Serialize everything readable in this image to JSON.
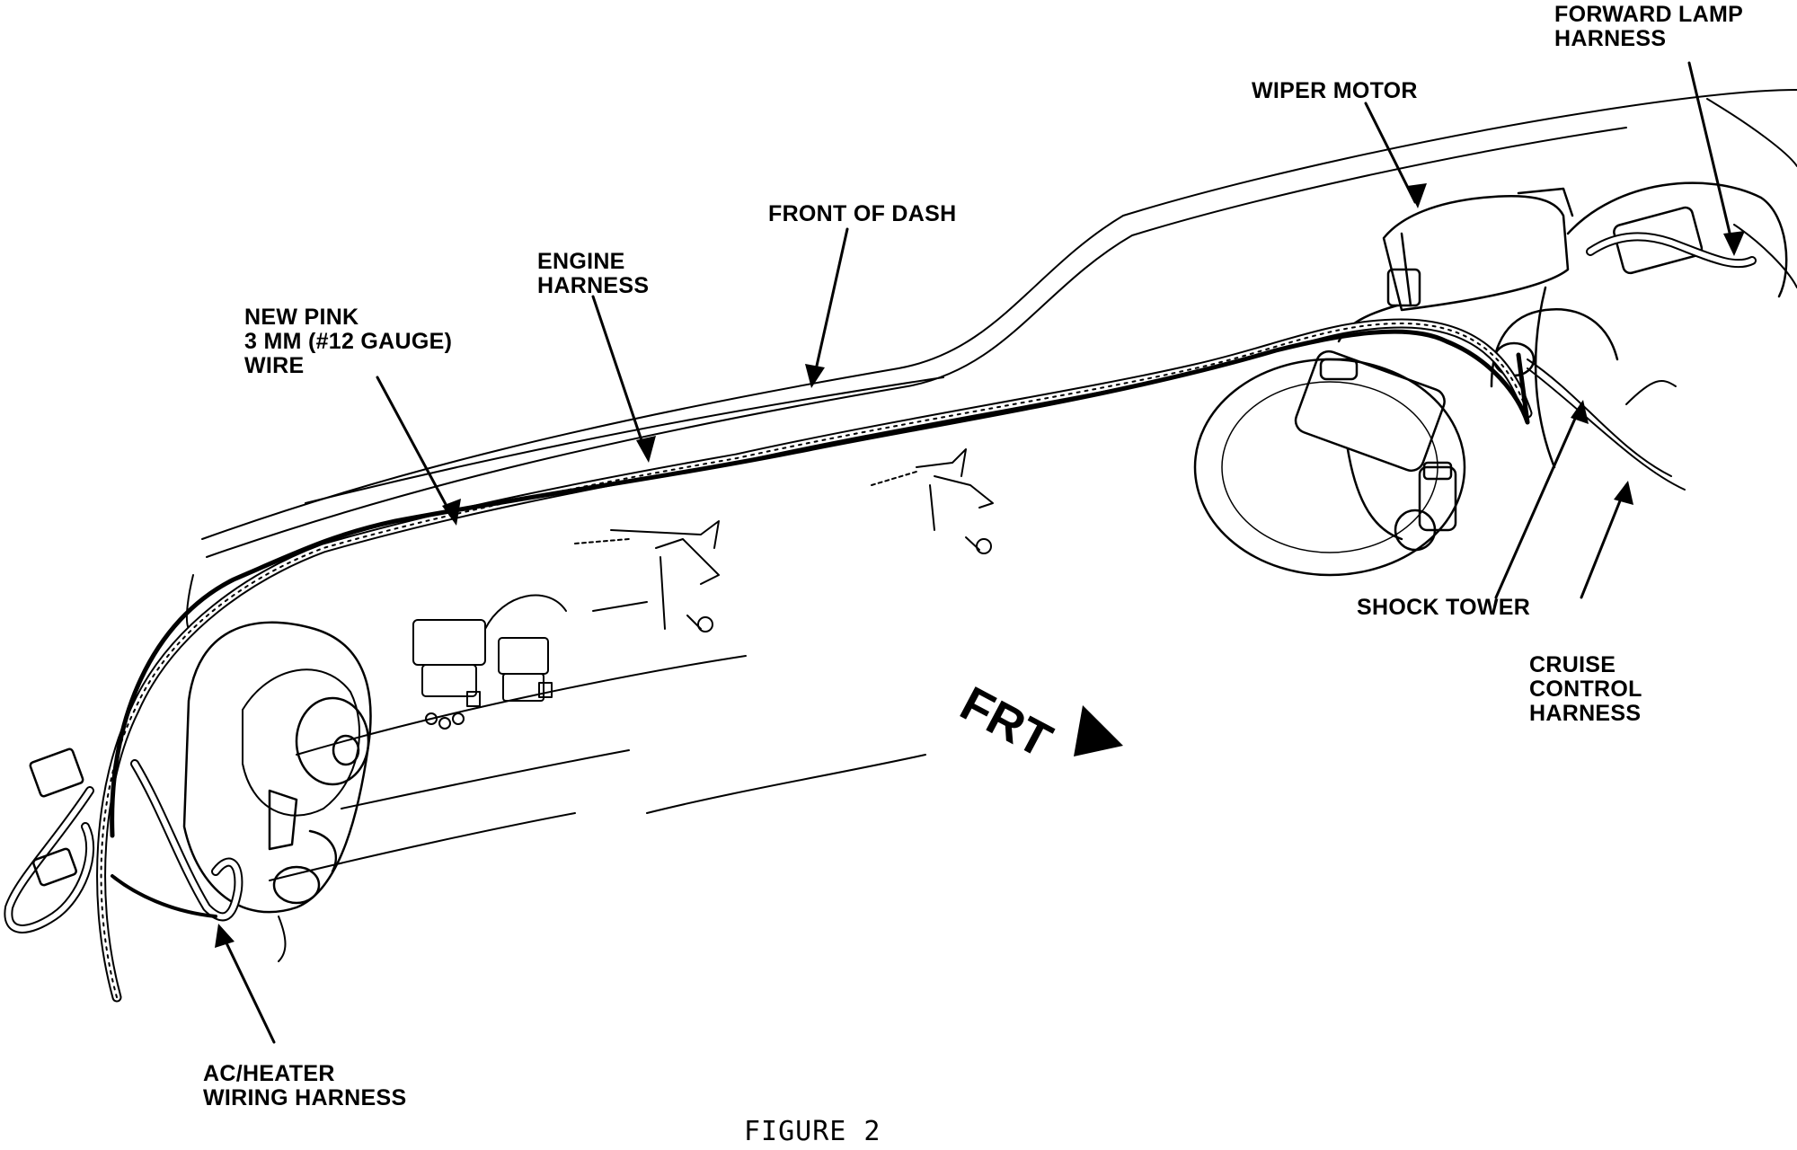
{
  "labels": {
    "forward_lamp_harness": "FORWARD LAMP\nHARNESS",
    "wiper_motor": "WIPER MOTOR",
    "front_of_dash": "FRONT OF DASH",
    "engine_harness": "ENGINE\nHARNESS",
    "new_pink_wire": "NEW PINK\n3 MM (#12 GAUGE)\nWIRE",
    "shock_tower": "SHOCK TOWER",
    "cruise_control_harness": "CRUISE\nCONTROL\nHARNESS",
    "ac_heater_harness": "AC/HEATER\nWIRING HARNESS"
  },
  "direction_marker": "FRT",
  "caption": "FIGURE 2"
}
